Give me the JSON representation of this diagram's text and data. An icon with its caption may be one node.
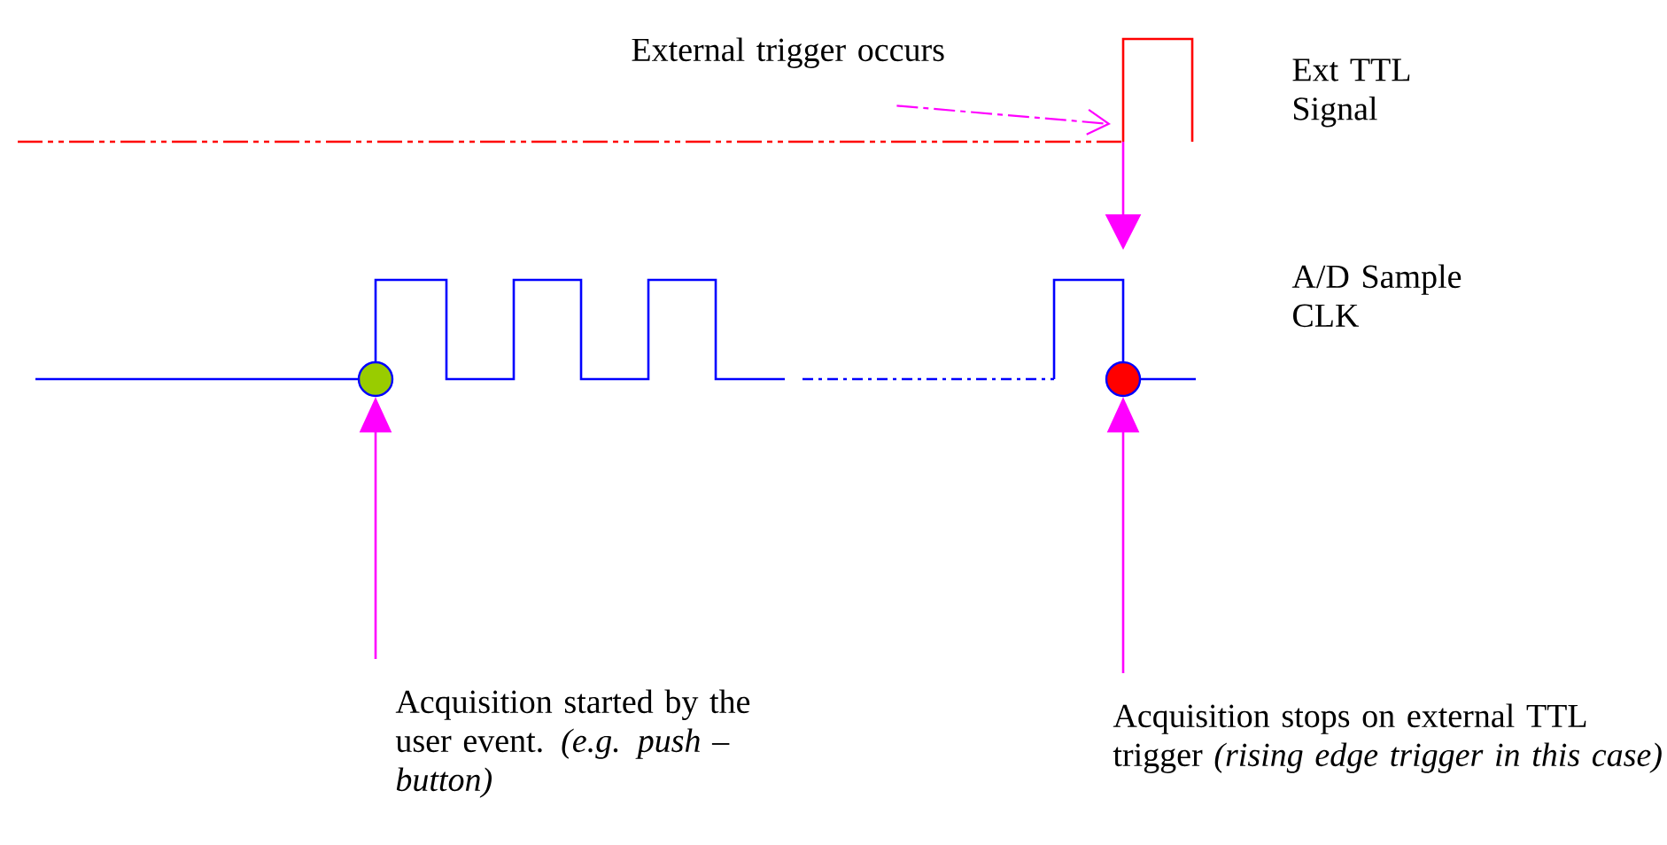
{
  "diagram": {
    "nodes": [
      {
        "text": [
          "External trigger occurs"
        ]
      },
      {
        "text": [],
        "shape": "circle"
      },
      {
        "text": [],
        "shape": "circle"
      },
      {
        "text": [
          "Acquisition started by the user event. *(e.g. push –button)*"
        ]
      },
      {
        "text": [
          "Acquisition stops on external TTL trigger *(rising edge trigger in this case)*"
        ]
      }
    ],
    "edges": [
      {
        "from": 0,
        "to": null,
        "arrow": "to",
        "style": "dashed"
      },
      {
        "from": 3,
        "to": 1,
        "arrow": "to"
      },
      {
        "from": 4,
        "to": 2,
        "arrow": "to"
      }
    ],
    "labels": [
      "Ext TTL Signal",
      "A/D Sample CLK"
    ]
  }
}
